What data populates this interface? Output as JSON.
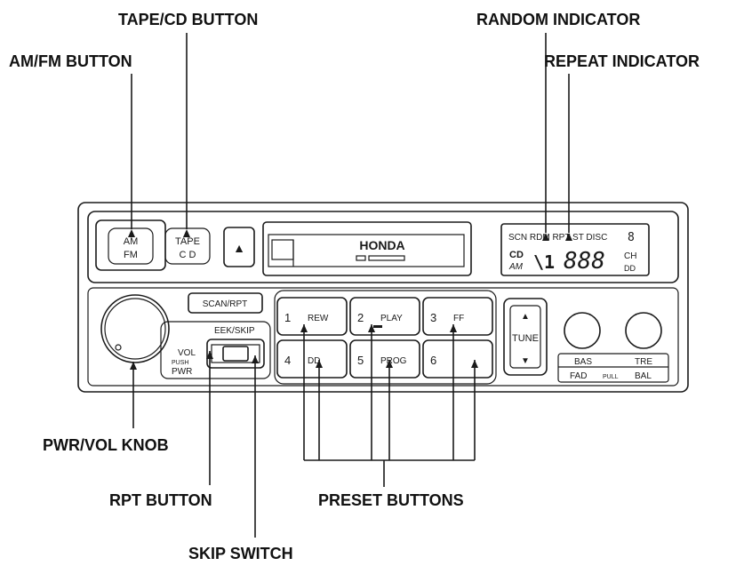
{
  "callouts": {
    "tape_cd_button": "TAPE/CD  BUTTON",
    "am_fm_button": "AM/FM BUTTON",
    "random_indicator": "RANDOM INDICATOR",
    "repeat_indicator": "REPEAT INDICATOR",
    "pwr_vol_knob": "PWR/VOL KNOB",
    "rpt_button": "RPT BUTTON",
    "preset_buttons": "PRESET BUTTONS",
    "skip_switch": "SKIP SWITCH"
  },
  "radio": {
    "am_fm": {
      "line1": "AM",
      "line2": "FM"
    },
    "tape_cd": {
      "line1": "TAPE",
      "line2": "C D"
    },
    "eject_glyph": "▲",
    "brand": "HONDA",
    "display": {
      "row1": "SCN RDM RPT ST DISC",
      "disc_digit": "8",
      "cd": "CD",
      "am": "AM",
      "band_glyph": "\\1",
      "freq_digits": "888",
      "ch": "CH",
      "dd": "DD"
    },
    "scan_rpt": "SCAN/RPT",
    "seek_skip": "EEK/SKIP",
    "vol": "VOL",
    "push": "PUSH",
    "pwr": "PWR",
    "presets": [
      {
        "num": "1",
        "label": "REW"
      },
      {
        "num": "2",
        "label": "PLAY"
      },
      {
        "num": "3",
        "label": "FF"
      },
      {
        "num": "4",
        "label": "DD"
      },
      {
        "num": "5",
        "label": "PROG"
      },
      {
        "num": "6",
        "label": ""
      }
    ],
    "tune": {
      "up": "▲",
      "label": "TUNE",
      "down": "▼"
    },
    "bas": "BAS",
    "tre": "TRE",
    "fad": "FAD",
    "pull": "PULL",
    "bal": "BAL"
  }
}
